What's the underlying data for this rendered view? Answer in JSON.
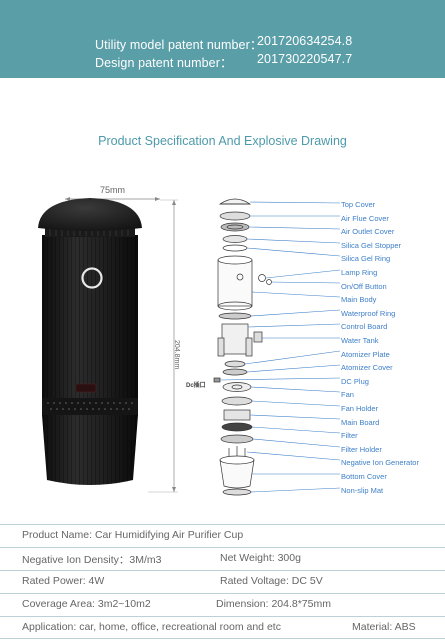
{
  "patents": {
    "utility_label": "Utility model patent number：",
    "utility_value": "201720634254.8",
    "design_label": "Design patent number：",
    "design_value": "201730220547.7"
  },
  "section_title": "Product Specification And Explosive Drawing",
  "dimensions": {
    "width_label": "75mm",
    "height_label": "204.8mm"
  },
  "dc_label": "Dc插口",
  "parts": [
    "Top Cover",
    "Air Flue Cover",
    "Air Outlet Cover",
    "Silica Gel Stopper",
    "Silica Gel Ring",
    "Lamp Ring",
    "On/Off Button",
    "Main Body",
    "Waterproof Ring",
    "Control Board",
    "Water Tank",
    "Atomizer Plate",
    "Atomizer Cover",
    "DC Plug",
    "Fan",
    "Fan Holder",
    "Main Board",
    "Filter",
    "Filter Holder",
    "Negative Ion Generator",
    "Bottom Cover",
    "Non-slip Mat"
  ],
  "specs": {
    "product_name": "Product Name:  Car Humidifying Air Purifier Cup",
    "negative_ion": "Negative Ion Density：3M/m3",
    "net_weight": "Net Weight: 300g",
    "rated_power": "Rated Power: 4W",
    "rated_voltage": "Rated Voltage: DC 5V",
    "coverage": "Coverage Area: 3m2~10m2",
    "dimension": "Dimension: 204.8*75mm",
    "application": "Application: car, home, office, recreational room and etc",
    "material": "Material: ABS"
  },
  "colors": {
    "banner": "#5a9ea8",
    "title": "#4d9aab",
    "part_label": "#3d7fc8",
    "device": "#1e1e1e"
  }
}
